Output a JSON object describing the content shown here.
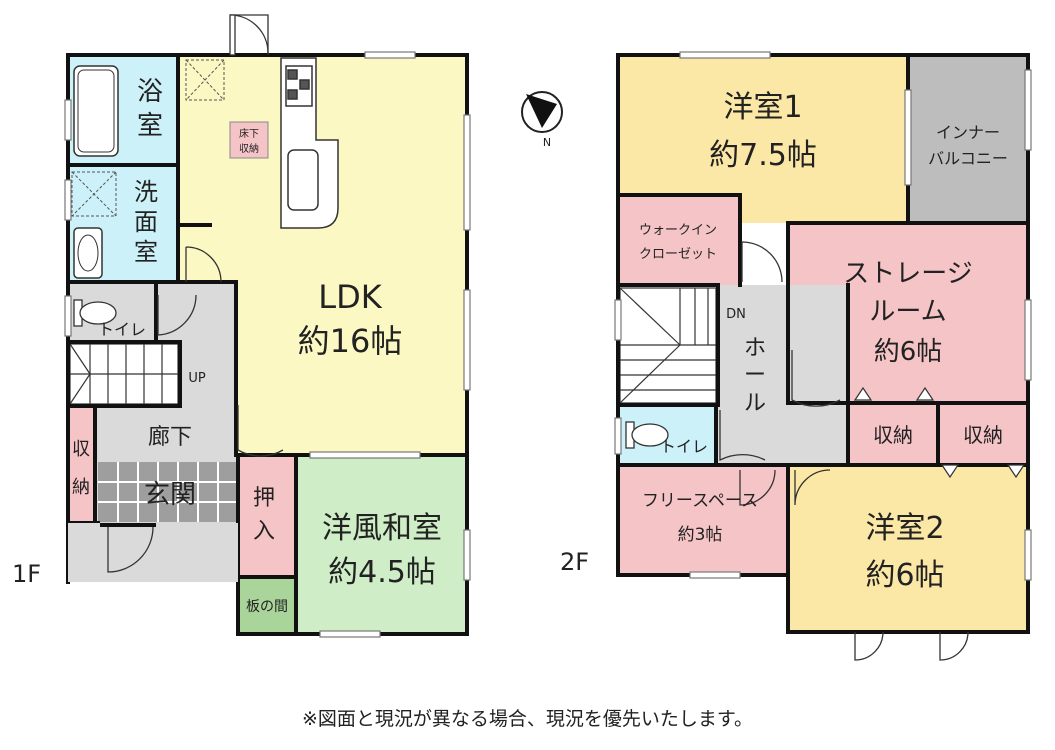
{
  "floor1": {
    "label": "1F",
    "rooms": {
      "bath": [
        "浴",
        "室"
      ],
      "wash": [
        "洗",
        "面",
        "室"
      ],
      "toilet": "トイレ",
      "underfloor": [
        "床下",
        "収納"
      ],
      "ldk_name": "LDK",
      "ldk_size": "約16帖",
      "stairs": "UP",
      "corridor": "廊下",
      "storage": [
        "収",
        "納"
      ],
      "entrance": "玄関",
      "closet": [
        "押",
        "入"
      ],
      "wooden_floor": "板の間",
      "japanese_name": "洋風和室",
      "japanese_size": "約4.5帖"
    }
  },
  "floor2": {
    "label": "2F",
    "rooms": {
      "room1_name": "洋室1",
      "room1_size": "約7.5帖",
      "balcony": [
        "インナー",
        "バルコニー"
      ],
      "walkin": [
        "ウォークイン",
        "クローゼット"
      ],
      "storage_room_name": [
        "ストレージ",
        "ルーム"
      ],
      "storage_room_size": "約6帖",
      "stairs": "DN",
      "hall": [
        "ホ",
        "ー",
        "ル"
      ],
      "storage1": "収納",
      "storage2": "収納",
      "toilet": "トイレ",
      "free_space_name": "フリースペース",
      "free_space_size": "約3帖",
      "room2_name": "洋室2",
      "room2_size": "約6帖"
    }
  },
  "colors": {
    "ldk": "#fcf8c4",
    "water": "#cdf1f9",
    "hall": "#dadada",
    "japanese": "#cfeec7",
    "wood": "#a9d59b",
    "pink": "#f5c4c6",
    "room": "#fbe7a6",
    "balcony": "#bdbdbd",
    "wall": "#111111"
  },
  "compass": "N",
  "note": "※図面と現況が異なる場合、現況を優先いたします。"
}
